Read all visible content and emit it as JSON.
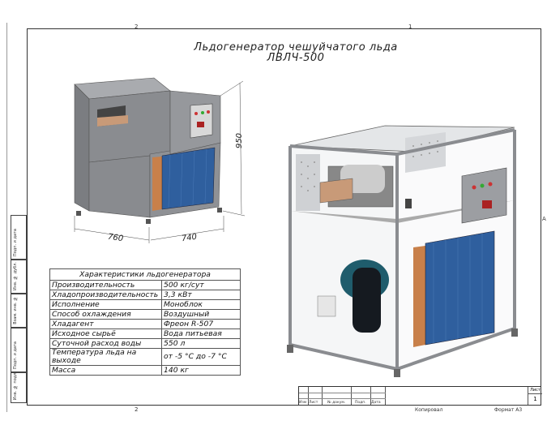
{
  "sheet": {
    "zones_top": [
      "2",
      "1"
    ],
    "zones_bottom": [
      "2"
    ],
    "zone_right": "A",
    "side_strip": [
      "Подп. и дата",
      "Инв. № дубл.",
      "Взам. инв. №",
      "Подп. и дата",
      "Инв. № подл."
    ]
  },
  "title": {
    "line1": "Льдогенератор чешуйчатого льда",
    "line2": "ЛВЛЧ-500"
  },
  "dimensions": {
    "height": "950",
    "depth": "760",
    "width": "740"
  },
  "specs": {
    "header": "Характеристики льдогенератора",
    "rows": [
      {
        "key": "Производительность",
        "value": "500 кг/сут"
      },
      {
        "key": "Хладопроизводительность",
        "value": "3,3 кВт"
      },
      {
        "key": "Исполнение",
        "value": "Моноблок"
      },
      {
        "key": "Способ охлаждения",
        "value": "Воздушный"
      },
      {
        "key": "Хладагент",
        "value": "Фреон R-507"
      },
      {
        "key": "Исходное сырьё",
        "value": "Вода питьевая"
      },
      {
        "key": "Суточной расход воды",
        "value": "550 л"
      },
      {
        "key": "Температура льда на выходе",
        "value": "от -5 °С до -7 °С"
      },
      {
        "key": "Масса",
        "value": "140 кг"
      }
    ]
  },
  "title_block": {
    "columns": [
      "Изм",
      "Лист",
      "№ докум.",
      "Подп.",
      "Дата"
    ],
    "sheet_label": "Лист",
    "sheet_number": "1",
    "copied": "Копировал",
    "format": "Формат А3"
  },
  "colors": {
    "body": "#8a8c90",
    "coil": "#2f5f9e",
    "copper": "#c8804a",
    "frame": "#bfc2c6"
  }
}
